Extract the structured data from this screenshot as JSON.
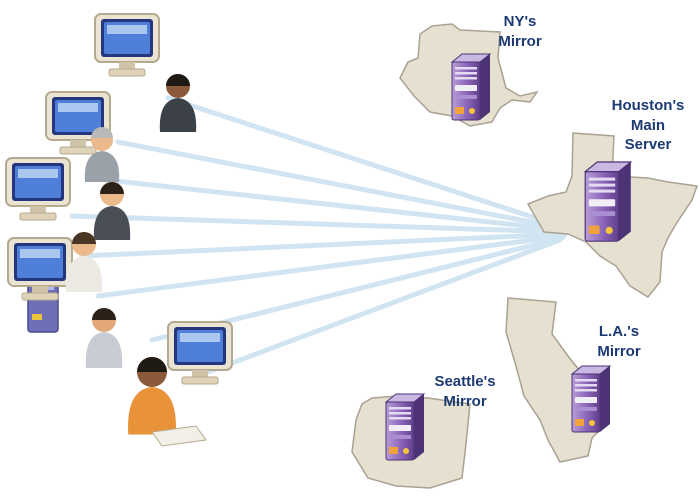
{
  "diagram": {
    "description": "Users connecting to Houston's main server with regional mirror servers",
    "labels": {
      "ny": {
        "line1": "NY's",
        "line2": "Mirror"
      },
      "houston": {
        "line1": "Houston's",
        "line2": "Main",
        "line3": "Server"
      },
      "la": {
        "line1": "L.A.'s",
        "line2": "Mirror"
      },
      "seattle": {
        "line1": "Seattle's",
        "line2": "Mirror"
      }
    },
    "colors": {
      "label_text": "#1d3a73",
      "connection_line": "#cfe3f2",
      "state_fill": "#e6e0d0",
      "state_outline": "#a9a293",
      "server_body": "#8a63b8",
      "server_accent": "#f0a23c"
    }
  }
}
